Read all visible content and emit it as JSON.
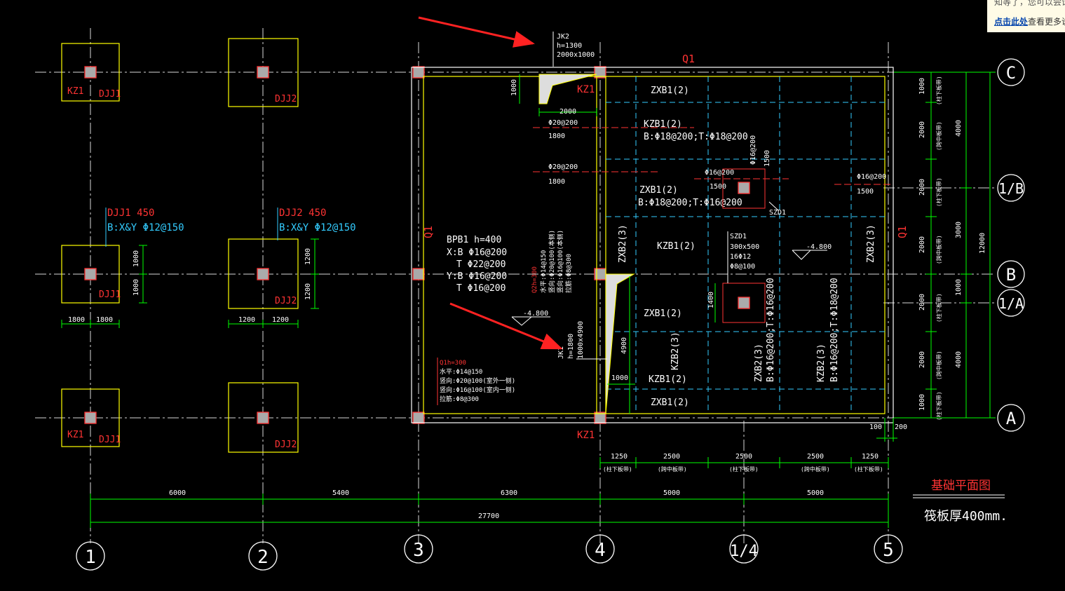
{
  "tooltip": {
    "line1": "知等了，您可以尝试",
    "link": "点击此处",
    "rest": "查看更多说"
  },
  "colors": {
    "axis": "#ffffff",
    "dim": "#00ff00",
    "footing": "#ffff00",
    "red": "#ff3333",
    "cyan": "#33ccff",
    "dash": "#33ccff"
  },
  "grid": {
    "x_bubbles": [
      "1",
      "2",
      "3",
      "4",
      "1/4",
      "5"
    ],
    "y_bubbles": [
      "C",
      "1/B",
      "B",
      "1/A",
      "A"
    ]
  },
  "footings": {
    "kz1": "KZ1",
    "djj1": "DJJ1",
    "djj2": "DJJ2",
    "djj1_note_title": "DJJ1 450",
    "djj1_note_rebar": "B:X&Y Φ12@150",
    "djj2_note_title": "DJJ2 450",
    "djj2_note_rebar": "B:X&Y Φ12@150",
    "d1000": "1000",
    "d1800": "1800",
    "d1200": "1200"
  },
  "raft": {
    "q1": "Q1",
    "jk2": {
      "title": "JK2",
      "h": "h=1300",
      "size": "2000x1000",
      "d2000": "2000",
      "d1000": "1000"
    },
    "rebar_a": "Φ20@200",
    "len_a": "1800",
    "rebar_b": "Φ20@200",
    "len_b": "1800",
    "bpb1": {
      "title": "BPB1 h=400",
      "xb": "X:B Φ16@200",
      "xt": "T Φ22@200",
      "yb": "Y:B Φ16@200",
      "yt": "T Φ16@200"
    },
    "q2": {
      "title": "Q2h=300",
      "l1": "水平:Φ14@150",
      "l2": "竖向:Φ20@100(本侧)",
      "l3": "竖向:Φ16@100(本侧)",
      "l4": "拉筋:Φ8@300"
    },
    "q1b": {
      "title": "Q1h=300",
      "l1": "水平:Φ14@150",
      "l2": "竖向:Φ20@100(室外一侧)",
      "l3": "竖向:Φ16@100(室内一侧)",
      "l4": "拉筋:Φ8@300"
    },
    "elev1": "-4.800",
    "elev2": "-4.800",
    "jk1": {
      "title": "JK1",
      "h": "h=1800",
      "size": "1000x4900",
      "d4900": "4900",
      "d1000": "1000"
    },
    "beams": {
      "zxb1_top": "ZXB1(2)",
      "kzb1": "KZB1(2)",
      "kzb1_rebar": "B:Φ18@200;T:Φ18@200",
      "zxb1_mid": "ZXB1(2)",
      "zxb1_mid_rebar": "B:Φ18@200;T:Φ16@200",
      "zxb2_l": "ZXB2(3)",
      "kzb1_c": "KZB1(2)",
      "zxb2_r": "ZXB2(3)",
      "zxb1_low": "ZXB1(2)",
      "kzb2_a": "KZB2(3)",
      "kzb1_low": "KZB1(2)",
      "zxb1_bot": "ZXB1(2)",
      "zxb2_b": "ZXB2(3)",
      "zxb2_b_rebar": "B:Φ16@200;T:Φ16@200",
      "kzb2_b": "KZB2(3)",
      "kzb2_b_rebar": "B:Φ16@200;T:Φ18@200"
    },
    "rebar_c": "Φ16@200",
    "len_c": "1500",
    "rebar_c2": "Φ16@200",
    "len_c2": "1500",
    "rebar_d": "Φ16@200",
    "len_d": "1500",
    "szd1": "SZD1",
    "szd1_size": "300x500",
    "szd1_main": "16Φ12",
    "szd1_stir": "Φ8@100",
    "d1400": "1400"
  },
  "dims_right": {
    "inner": [
      "1000",
      "2000",
      "2000",
      "2000",
      "2000",
      "2000",
      "1000"
    ],
    "notes": [
      "(柱下板带)",
      "(跨中板带)",
      "(柱下板带)",
      "(跨中板带)",
      "(柱下板带)",
      "(跨中板带)",
      "(柱下板带)"
    ],
    "mid": [
      "4000",
      "3000",
      "1000",
      "4000"
    ],
    "total": "12000"
  },
  "dims_bottom": {
    "strips": [
      "1250",
      "2500",
      "2500",
      "2500",
      "1250"
    ],
    "strip_notes": [
      "(柱下板带)",
      "(跨中板带)",
      "(柱下板带)",
      "(跨中板带)",
      "(柱下板带)"
    ],
    "bays": [
      "6000",
      "5400",
      "6300",
      "5000",
      "5000"
    ],
    "total": "27700",
    "d100": "100",
    "d200": "200"
  },
  "legend": {
    "title": "基础平面图",
    "note": "筏板厚400mm."
  }
}
